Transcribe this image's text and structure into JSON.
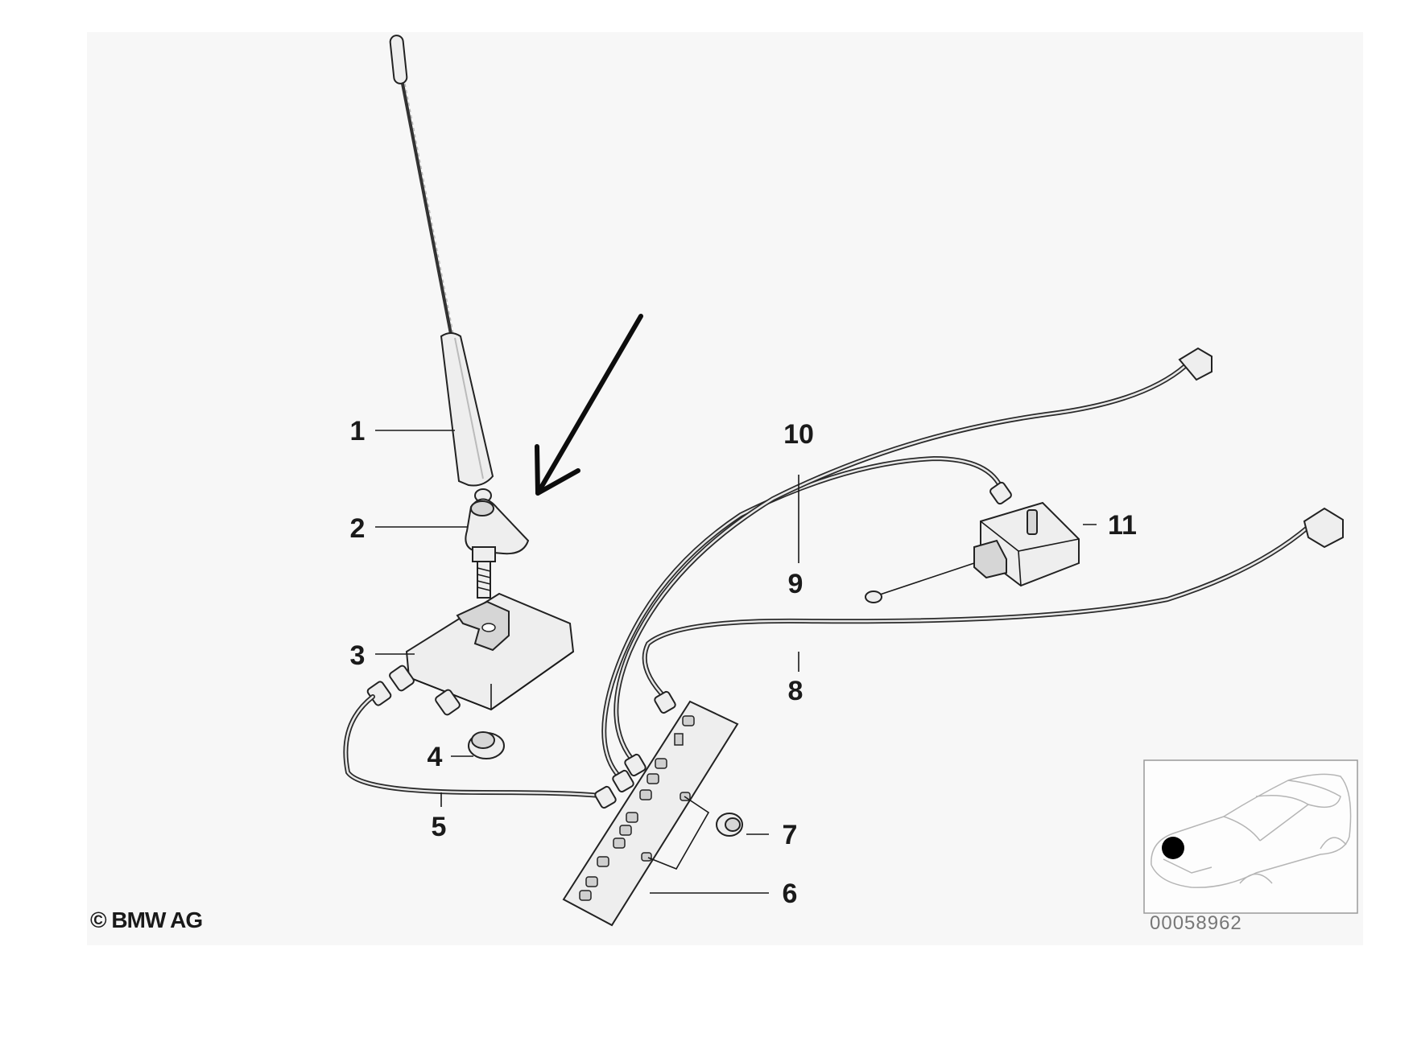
{
  "callouts": [
    {
      "id": "1",
      "label": "1"
    },
    {
      "id": "2",
      "label": "2"
    },
    {
      "id": "3",
      "label": "3"
    },
    {
      "id": "4",
      "label": "4"
    },
    {
      "id": "5",
      "label": "5"
    },
    {
      "id": "6",
      "label": "6"
    },
    {
      "id": "7",
      "label": "7"
    },
    {
      "id": "8",
      "label": "8"
    },
    {
      "id": "9",
      "label": "9"
    },
    {
      "id": "10",
      "label": "10"
    },
    {
      "id": "11",
      "label": "11"
    }
  ],
  "copyright": "© BMW AG",
  "diagram_number": "00058962",
  "colors": {
    "background": "#ffffff",
    "panel": "#f7f7f7",
    "line": "#1a1a1a",
    "locator_dot": "#000000",
    "diagram_number": "#777777"
  }
}
